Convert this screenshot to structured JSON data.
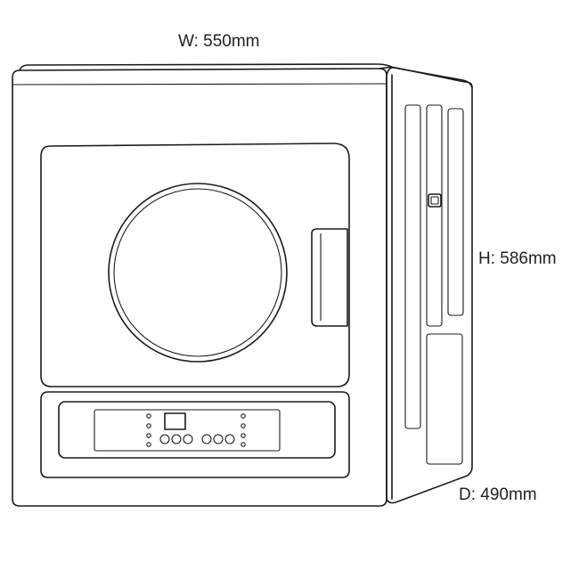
{
  "dimensions": {
    "width": "W: 550mm",
    "height": "H: 586mm",
    "depth": "D: 490mm"
  },
  "appliance": {
    "kind": "front-loading dryer line drawing",
    "line_color": "#1a1a1a",
    "background_color": "#ffffff"
  }
}
